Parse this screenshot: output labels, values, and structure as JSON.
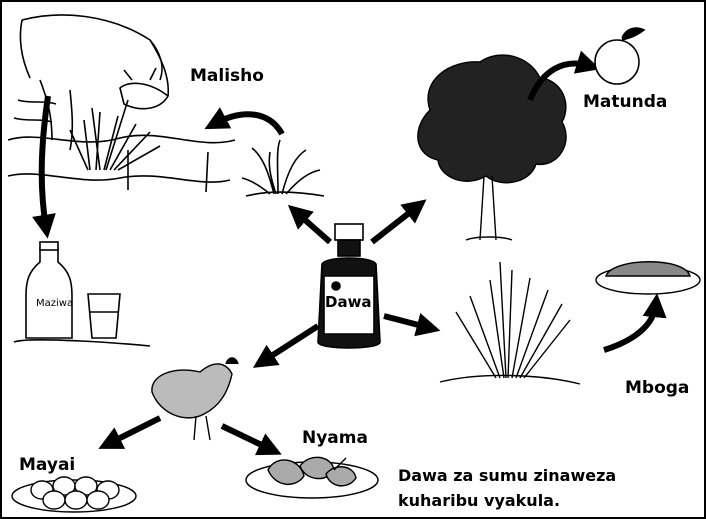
{
  "labels": {
    "malisho": "Malisho",
    "matunda": "Matunda",
    "mboga": "Mboga",
    "nyama": "Nyama",
    "mayai": "Mayai",
    "maziwa": "Maziwa",
    "dawa": "Dawa"
  },
  "caption": {
    "line1": "Dawa za sumu zinaweza",
    "line2": "kuharibu vyakula."
  },
  "colors": {
    "ink": "#000000",
    "paper": "#ffffff"
  }
}
